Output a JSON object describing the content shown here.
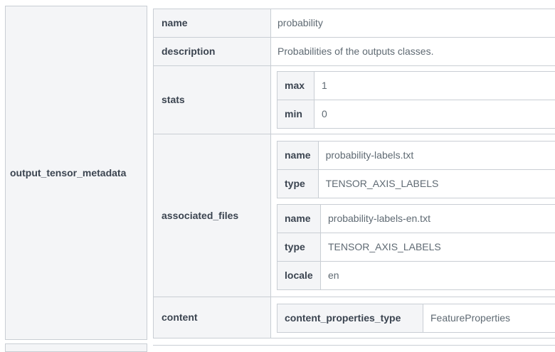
{
  "outer": {
    "label": "output_tensor_metadata"
  },
  "table": {
    "name_row": {
      "key": "name",
      "value": "probability"
    },
    "description_row": {
      "key": "description",
      "value": "Probabilities of the outputs classes."
    },
    "stats_row": {
      "key": "stats",
      "rows": [
        {
          "key": "max",
          "value": "1"
        },
        {
          "key": "min",
          "value": "0"
        }
      ]
    },
    "associated_files_row": {
      "key": "associated_files",
      "files": [
        {
          "rows": [
            {
              "key": "name",
              "value": "probability-labels.txt"
            },
            {
              "key": "type",
              "value": "TENSOR_AXIS_LABELS"
            }
          ]
        },
        {
          "rows": [
            {
              "key": "name",
              "value": "probability-labels-en.txt"
            },
            {
              "key": "type",
              "value": "TENSOR_AXIS_LABELS"
            },
            {
              "key": "locale",
              "value": "en"
            }
          ]
        }
      ]
    },
    "content_row": {
      "key": "content",
      "rows": [
        {
          "key": "content_properties_type",
          "value": "FeatureProperties"
        }
      ]
    }
  },
  "colors": {
    "page_bg": "#ffffff",
    "key_cell_bg": "#f4f5f7",
    "border": "#c9ced4",
    "key_text": "#3b4450",
    "value_text": "#5f6a73"
  }
}
